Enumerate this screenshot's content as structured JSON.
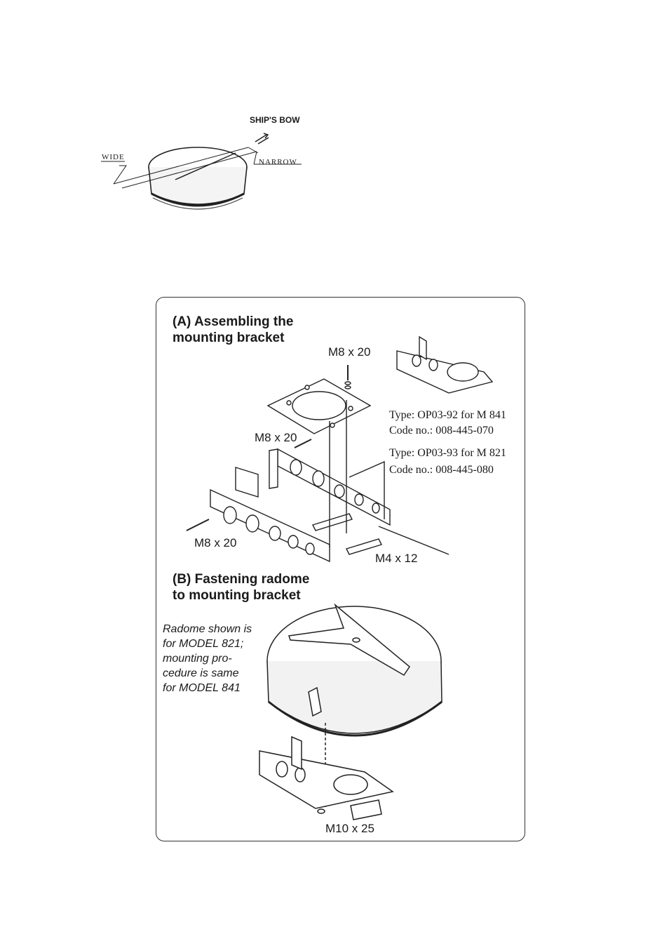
{
  "orientation": {
    "bow_label": "SHIP'S BOW",
    "wide_label": "WIDE",
    "narrow_label": "NARROW"
  },
  "section_a": {
    "heading_line1": "(A) Assembling the",
    "heading_line2": "mounting bracket",
    "bolt_top": "M8 x 20",
    "bolt_mid": "M8 x 20",
    "bolt_left": "M8 x 20",
    "bolt_small": "M4 x 12",
    "type1_line1": "Type: OP03-92 for M 841",
    "type1_line2": "Code no.: 008-445-070",
    "type2_line1": "Type: OP03-93 for M 821",
    "type2_line2": "Code no.: 008-445-080"
  },
  "section_b": {
    "heading_line1": "(B) Fastening radome",
    "heading_line2": "to mounting bracket",
    "note_lines": [
      "Radome shown is",
      "for MODEL 821;",
      "mounting pro-",
      "cedure is same",
      "for MODEL 841"
    ],
    "bolt": "M10 x 25"
  }
}
